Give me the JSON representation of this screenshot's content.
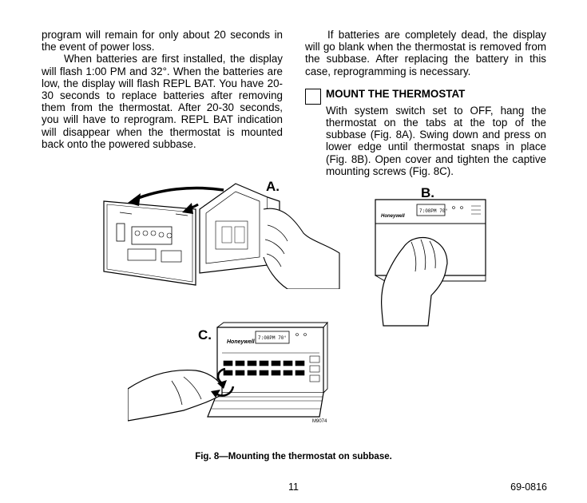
{
  "left_column": {
    "p1": "program will remain for only about 20 seconds in the event of power loss.",
    "p2": "When batteries are first installed, the display will flash 1:00 PM and 32°. When the batteries are low, the display will flash REPL BAT. You have 20-30 seconds to replace batteries after removing them from the thermostat. After 20-30 seconds, you will have to reprogram. REPL BAT indication will disappear when the thermostat is mounted back onto the powered subbase."
  },
  "right_column": {
    "p1": "If batteries are completely dead, the display will go blank when the thermostat is removed from the subbase. After replacing the battery in this case, reprogramming is necessary.",
    "heading": "MOUNT THE THERMOSTAT",
    "body": "With system switch set to OFF, hang the thermostat on the tabs at the top of the subbase (Fig. 8A). Swing down and press on lower edge until thermostat snaps in place (Fig. 8B). Open cover and tighten the captive mounting screws (Fig. 8C)."
  },
  "figure": {
    "label_a": "A.",
    "label_b": "B.",
    "label_c": "C.",
    "brand": "Honeywell",
    "lcd_b": "7:08PM  70°",
    "lcd_c": "7:08PM  70°",
    "code": "M9074",
    "caption": "Fig. 8—Mounting the thermostat on subbase."
  },
  "footer": {
    "page_number": "11",
    "doc_number": "69-0816"
  }
}
